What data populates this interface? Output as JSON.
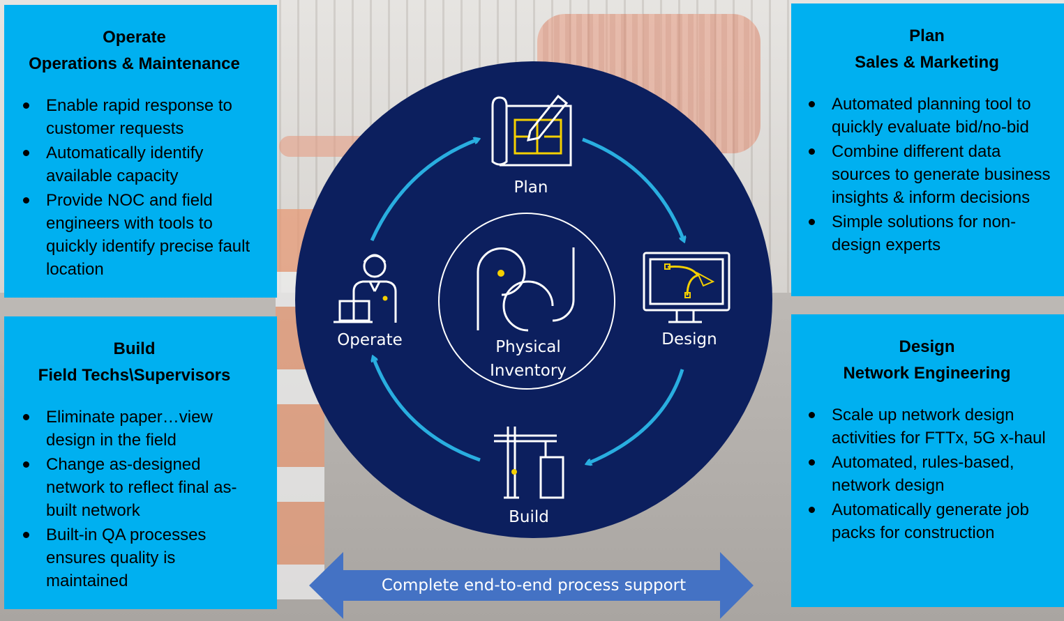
{
  "panels": {
    "operate": {
      "title": "Operate",
      "subtitle": "Operations & Maintenance",
      "items": [
        "Enable rapid response to customer requests",
        "Automatically identify available capacity",
        "Provide NOC and field engineers with tools to quickly identify precise fault location"
      ]
    },
    "build": {
      "title": "Build",
      "subtitle": "Field Techs\\Supervisors",
      "items": [
        "Eliminate paper…view design in the field",
        "Change as-designed network to reflect final as-built network",
        "Built-in QA processes ensures quality is maintained"
      ]
    },
    "plan": {
      "title": "Plan",
      "subtitle": "Sales & Marketing",
      "items": [
        "Automated planning tool to quickly evaluate bid/no-bid",
        "Combine different data sources to generate business insights & inform decisions",
        "Simple solutions for non-design experts"
      ]
    },
    "design": {
      "title": "Design",
      "subtitle": "Network Engineering",
      "items": [
        "Scale up network design activities for FTTx, 5G x-haul",
        "Automated, rules-based, network design",
        "Automatically generate job packs for construction"
      ]
    }
  },
  "cycle": {
    "plan_label": "Plan",
    "design_label": "Design",
    "build_label": "Build",
    "operate_label": "Operate",
    "center_line1": "Physical",
    "center_line2": "Inventory"
  },
  "footer_arrow_label": "Complete end-to-end process support",
  "colors": {
    "panel": "#00b0f0",
    "circle": "#0c1f5e",
    "accent_arrow": "#29aee0",
    "icon_highlight": "#f5d000",
    "footer_arrow": "#4472c4"
  }
}
